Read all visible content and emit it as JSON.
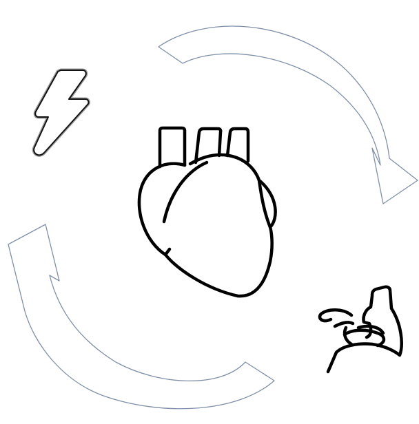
{
  "diagram": {
    "type": "cycle",
    "background_color": "#ffffff",
    "arrow_outline_color": "#7f8fa6",
    "icon_color": "#000000",
    "nodes": [
      {
        "icon": "heart-icon",
        "role": "center"
      },
      {
        "icon": "lightning-bolt-icon",
        "role": "top-left"
      },
      {
        "icon": "flexed-arm-icon",
        "role": "bottom-right"
      }
    ],
    "arrows": [
      {
        "icon": "curved-arrow-icon",
        "direction": "clockwise",
        "position": "top-right"
      },
      {
        "icon": "curved-arrow-icon",
        "direction": "clockwise",
        "position": "bottom-left"
      }
    ]
  }
}
